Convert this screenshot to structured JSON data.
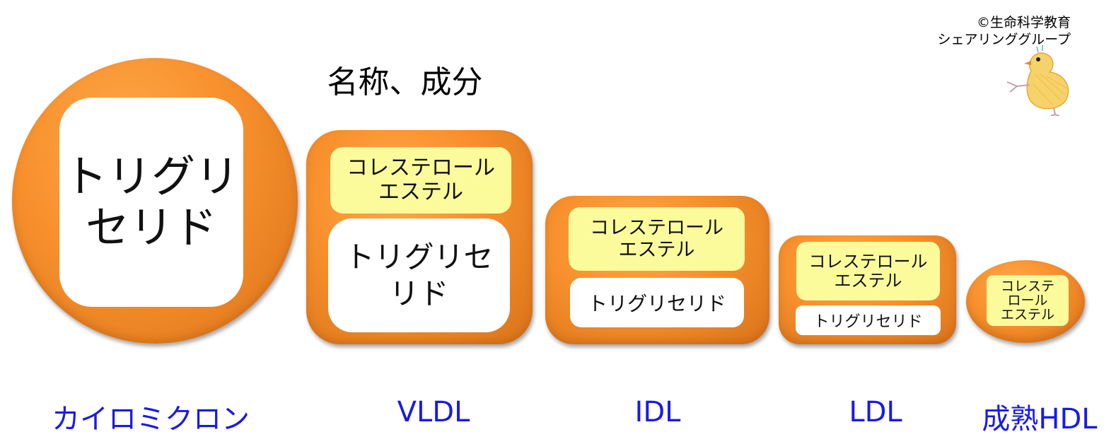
{
  "title": "名称、成分",
  "credit": {
    "line1": "©生命科学教育",
    "line2": "シェアリンググループ"
  },
  "colors": {
    "particle_orange": "#f7902c",
    "cholesterol_ester_fill": "#fbfb9c",
    "triglyceride_fill": "#ffffff",
    "label_blue": "#1a1ae6"
  },
  "lipoproteins": {
    "chylomicron": {
      "name": "カイロミクロン",
      "triglyceride": "トリグリセリド",
      "tg_line1": "トリグリ",
      "tg_line2": "セリド"
    },
    "vldl": {
      "name": "VLDL",
      "ce_line1": "コレステロール",
      "ce_line2": "エステル",
      "tg_line1": "トリグリセ",
      "tg_line2": "リド"
    },
    "idl": {
      "name": "IDL",
      "ce_line1": "コレステロール",
      "ce_line2": "エステル",
      "triglyceride": "トリグリセリド"
    },
    "ldl": {
      "name": "LDL",
      "ce_line1": "コレステロール",
      "ce_line2": "エステル",
      "triglyceride": "トリグリセリド"
    },
    "hdl": {
      "name": "成熟HDL",
      "ce_line1": "コレステ",
      "ce_line2": "ロール",
      "ce_line3": "エステル"
    }
  }
}
